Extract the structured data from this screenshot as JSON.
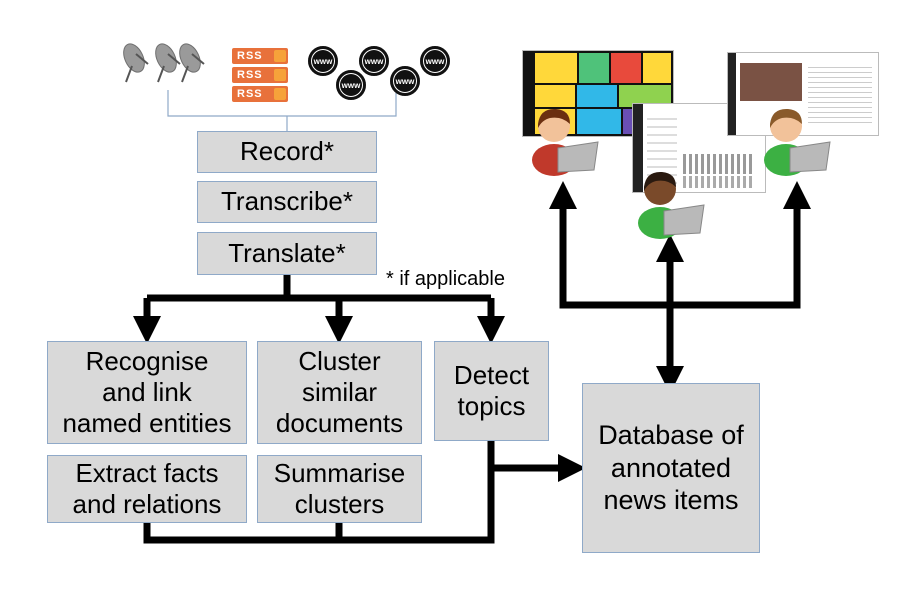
{
  "sources": {
    "satellite_icon": "satellite-dish-icon",
    "rss_icon": "rss-feed-icon",
    "rss_label": "RSS",
    "web_icon": "www-globe-icon",
    "web_label": "www"
  },
  "pipeline": {
    "record": "Record*",
    "transcribe": "Transcribe*",
    "translate": "Translate*",
    "note": "* if applicable"
  },
  "analysis": {
    "ner": "Recognise\nand link\nnamed entities",
    "cluster": "Cluster\nsimilar\ndocuments",
    "topics": "Detect\ntopics",
    "facts": "Extract facts\nand relations",
    "summarise": "Summarise\nclusters"
  },
  "database": "Database of\nannotated\nnews items",
  "users": {
    "user_icon": "user-with-laptop-icon",
    "screenshot_icon": "dashboard-screenshot-icon"
  },
  "colors": {
    "box_fill": "#d9d9d9",
    "box_border": "#8fa9c8",
    "connector": "#000000",
    "thin_line": "#8fa9c8",
    "rss_orange": "#e8713b",
    "user_green": "#3cb043",
    "user_red": "#c0392b"
  }
}
